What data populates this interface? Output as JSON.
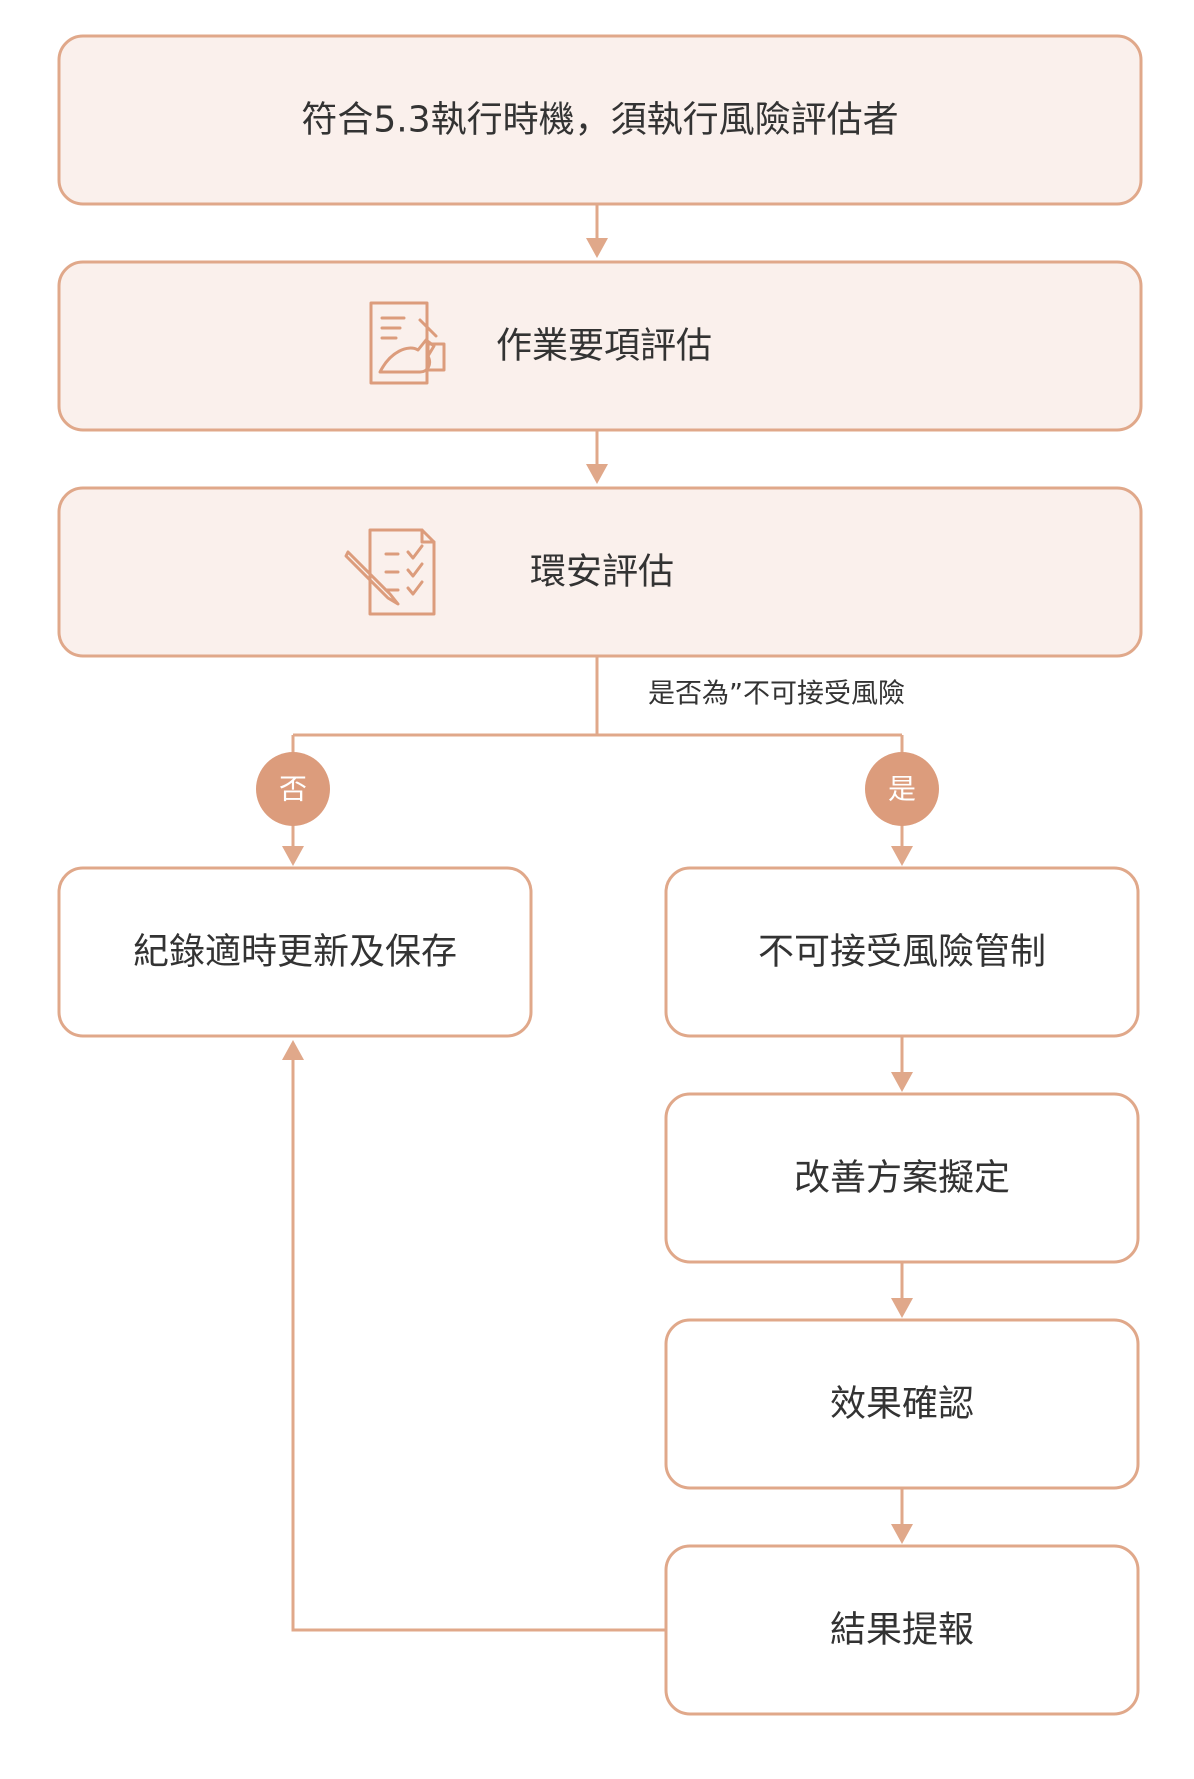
{
  "colors": {
    "stroke": "#e0a88a",
    "fill_top": "#faf0ec",
    "fill_bottom": "#ffffff",
    "badge": "#dc9c7c",
    "text": "#333333"
  },
  "steps": {
    "trigger": "符合5.3執行時機，須執行風險評估者",
    "task_assessment": "作業要項評估",
    "env_assessment": "環安評估",
    "record": "紀錄適時更新及保存",
    "risk_control": "不可接受風險管制",
    "improvement_plan": "改善方案擬定",
    "effect_check": "效果確認",
    "report": "結果提報"
  },
  "decision": {
    "question": "是否為”不可接受風險",
    "no_label": "否",
    "yes_label": "是"
  },
  "icons": {
    "task_assessment": "document-signing-hand-icon",
    "env_assessment": "checklist-pencil-icon"
  }
}
